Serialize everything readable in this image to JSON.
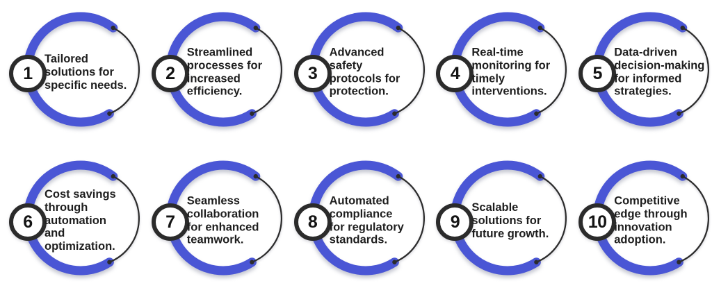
{
  "colors": {
    "background": "#ffffff",
    "arc-blue": "#4a56d5",
    "arc-dark": "#2b2b2b",
    "badge-border": "#2b2b2b",
    "badge-fill": "#ffffff",
    "text": "#1e1e1e"
  },
  "items": [
    {
      "number": "1",
      "text": "Tailored\nsolutions for\nspecific needs."
    },
    {
      "number": "2",
      "text": "Streamlined\nprocesses for\nincreased\nefficiency."
    },
    {
      "number": "3",
      "text": "Advanced\nsafety\nprotocols for\nprotection."
    },
    {
      "number": "4",
      "text": "Real-time\nmonitoring for\ntimely\ninterventions."
    },
    {
      "number": "5",
      "text": "Data-driven\ndecision-making\nfor informed\nstrategies."
    },
    {
      "number": "6",
      "text": "Cost savings\nthrough\nautomation\nand\noptimization."
    },
    {
      "number": "7",
      "text": "Seamless\ncollaboration\nfor enhanced\nteamwork."
    },
    {
      "number": "8",
      "text": "Automated\ncompliance\nfor regulatory\nstandards."
    },
    {
      "number": "9",
      "text": "Scalable\nsolutions for\nfuture growth."
    },
    {
      "number": "10",
      "text": "Competitive\nedge through\ninnovation\nadoption."
    }
  ]
}
